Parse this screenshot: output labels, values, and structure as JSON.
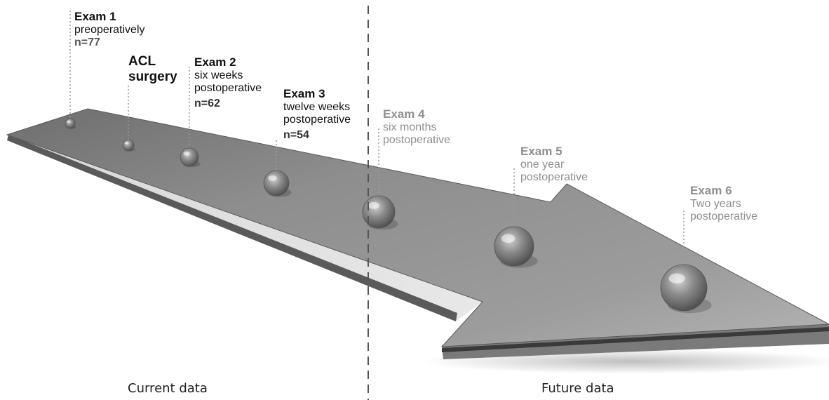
{
  "exams": [
    {
      "title": "Exam  1",
      "lines": [
        "preoperatively"
      ],
      "n": "n=77",
      "status": "current"
    },
    {
      "title": "Exam 2",
      "lines": [
        "six weeks",
        "postoperative"
      ],
      "n": "n=62",
      "status": "current"
    },
    {
      "title": "Exam 3",
      "lines": [
        "twelve weeks",
        "postoperative"
      ],
      "n": "n=54",
      "status": "current"
    },
    {
      "title": "Exam 4",
      "lines": [
        "six months",
        "postoperative"
      ],
      "status": "future"
    },
    {
      "title": "Exam 5",
      "lines": [
        "one year",
        "postoperative"
      ],
      "status": "future"
    },
    {
      "title": "Exam 6",
      "lines": [
        "Two years",
        "postoperative"
      ],
      "status": "future"
    }
  ],
  "surgery": {
    "lines": [
      "ACL",
      "surgery"
    ]
  },
  "periods": {
    "current": "Current data",
    "future": "Future data"
  },
  "colors": {
    "current_text": "#111111",
    "future_text": "#8f8f8f",
    "arrow": "#8a8a8a"
  }
}
